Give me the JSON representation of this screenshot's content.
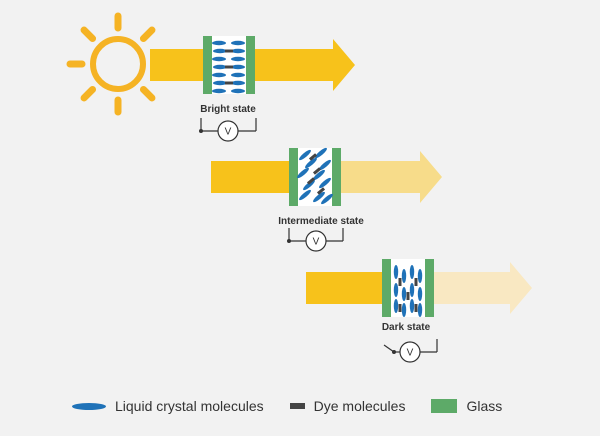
{
  "colors": {
    "background": "#f2f2f2",
    "sun": "#f5b324",
    "beam_full": "#f7c21b",
    "beam_intermediate": "#f7dc8a",
    "beam_dark": "#f9e8c2",
    "glass": "#5daa68",
    "liquid_crystal": "#1f72b8",
    "dye": "#444444",
    "wire": "#333333"
  },
  "icons": [
    "sun-icon",
    "voltmeter-icon",
    "switch-icon"
  ],
  "states": [
    {
      "id": "bright",
      "label": "Bright state",
      "orientation": "aligned-horizontal",
      "switch": "closed"
    },
    {
      "id": "intermediate",
      "label": "Intermediate state",
      "orientation": "tilted",
      "switch": "closed"
    },
    {
      "id": "dark",
      "label": "Dark state",
      "orientation": "aligned-vertical",
      "switch": "open"
    }
  ],
  "voltmeter_symbol": "V",
  "legend": [
    {
      "key": "liquid_crystal",
      "label": "Liquid crystal molecules"
    },
    {
      "key": "dye",
      "label": "Dye molecules"
    },
    {
      "key": "glass",
      "label": "Glass"
    }
  ]
}
